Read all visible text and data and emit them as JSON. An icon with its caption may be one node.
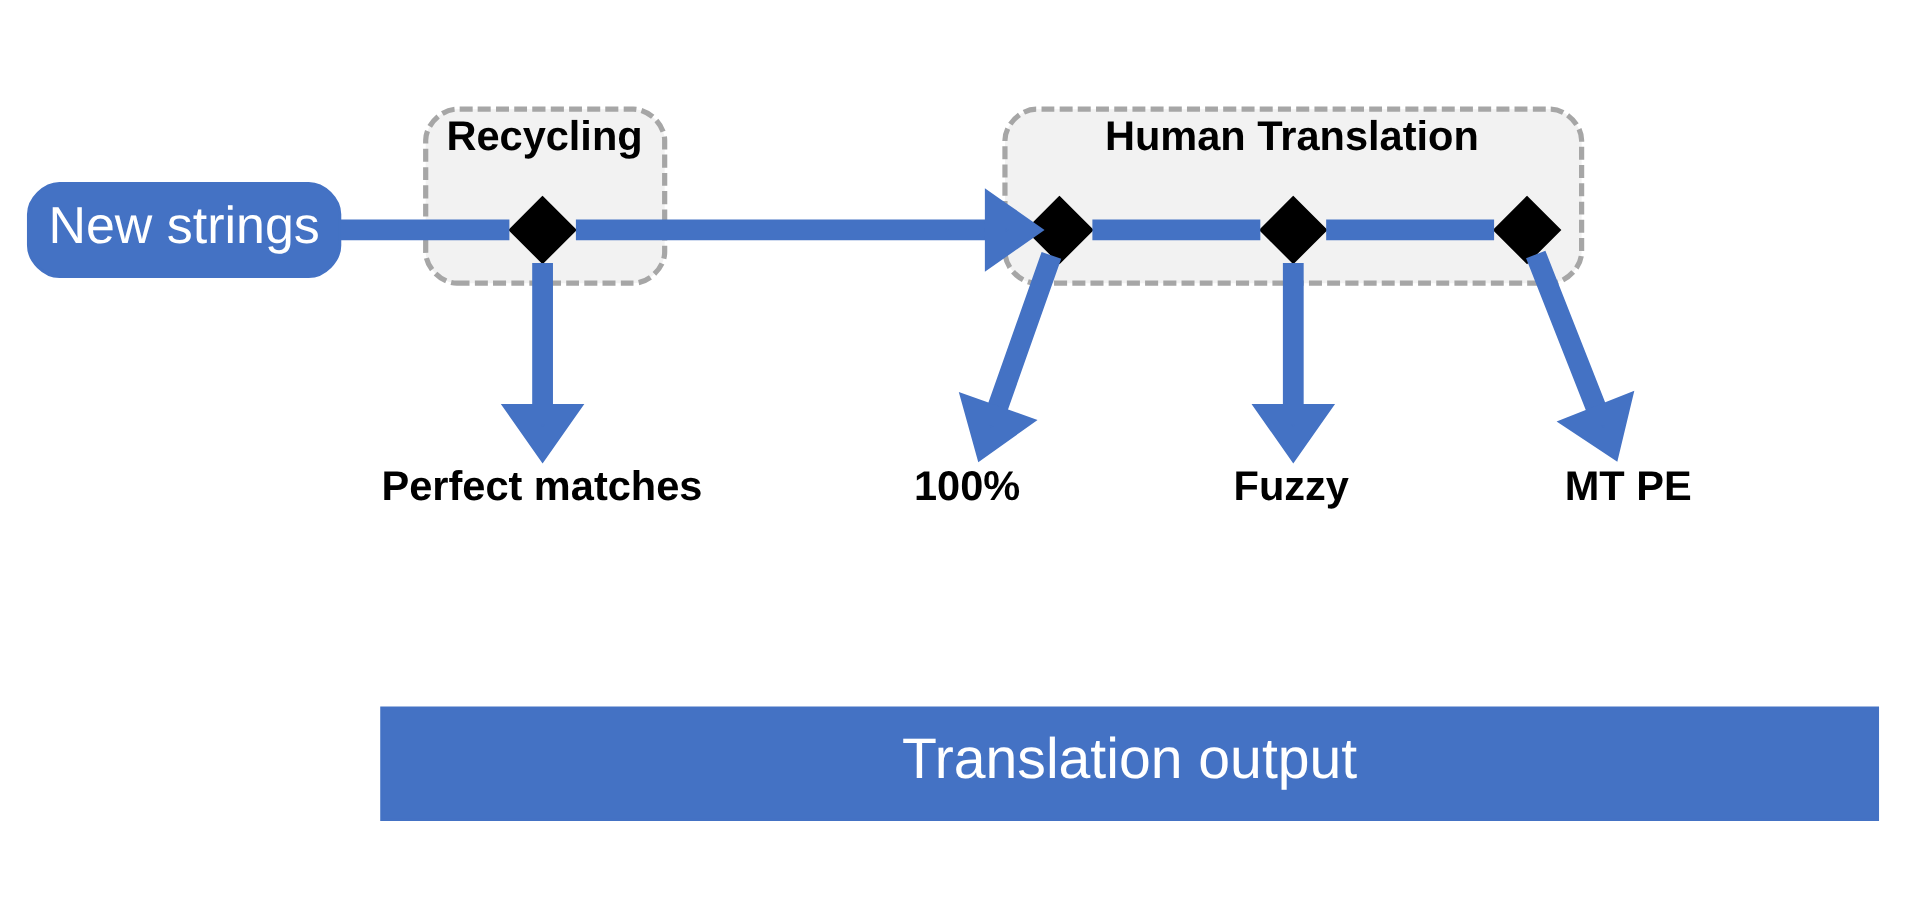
{
  "diagram": {
    "nodes": [
      {
        "text": [
          "New strings"
        ]
      },
      {
        "text": [
          "Recycling"
        ]
      },
      {
        "text": [],
        "shape": "diamond",
        "in": 1
      },
      {
        "text": [
          "Human Translation"
        ]
      },
      {
        "text": [],
        "shape": "diamond",
        "in": 3
      },
      {
        "text": [],
        "shape": "diamond",
        "in": 3
      },
      {
        "text": [],
        "shape": "diamond",
        "in": 3
      },
      {
        "text": [
          "Perfect matches"
        ]
      },
      {
        "text": [
          "100%"
        ]
      },
      {
        "text": [
          "Fuzzy"
        ]
      },
      {
        "text": [
          "MT PE"
        ]
      },
      {
        "text": [
          "Translation output"
        ]
      }
    ],
    "edges": [
      {
        "from": 0,
        "to": 2,
        "arrow": "none"
      },
      {
        "from": 2,
        "to": 4,
        "arrow": "to"
      },
      {
        "from": 4,
        "to": 5,
        "arrow": "none"
      },
      {
        "from": 5,
        "to": 6,
        "arrow": "none"
      },
      {
        "from": 2,
        "to": 7,
        "arrow": "to"
      },
      {
        "from": 4,
        "to": 8,
        "arrow": "to"
      },
      {
        "from": 5,
        "to": 9,
        "arrow": "to"
      },
      {
        "from": 6,
        "to": 10,
        "arrow": "to"
      }
    ]
  }
}
